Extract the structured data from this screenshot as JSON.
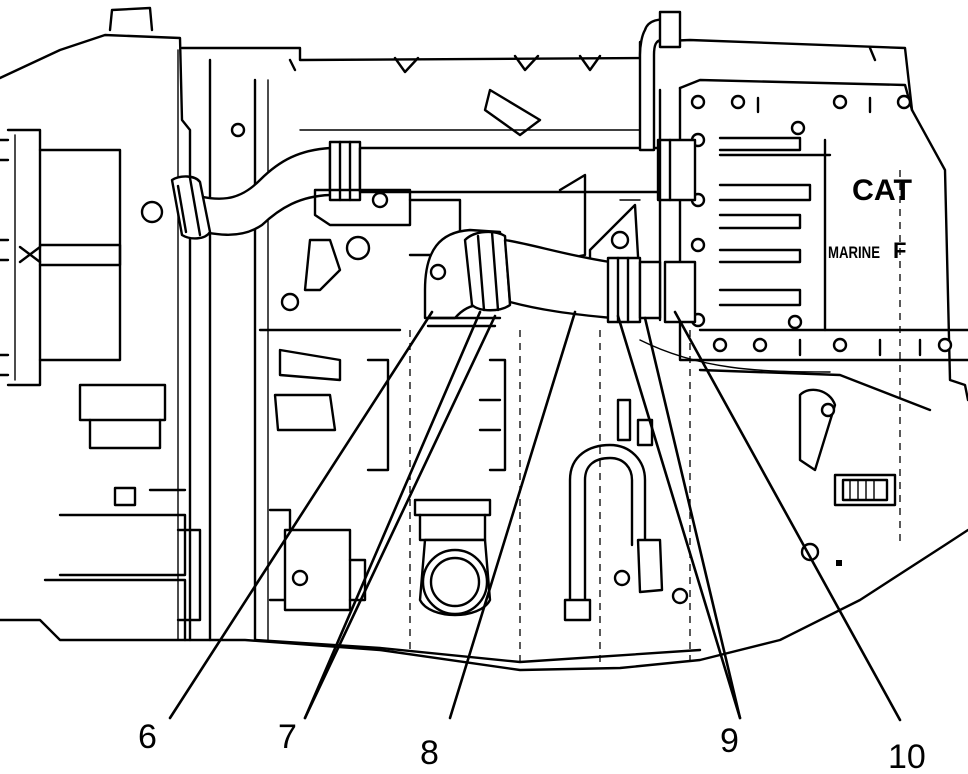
{
  "figure": {
    "callouts": [
      {
        "id": "6",
        "label": "6"
      },
      {
        "id": "7",
        "label": "7"
      },
      {
        "id": "8",
        "label": "8"
      },
      {
        "id": "9",
        "label": "9"
      },
      {
        "id": "10",
        "label": "10"
      }
    ],
    "plate_text": {
      "marine": "MARINE",
      "letter_f": "F",
      "brand": "CAT"
    }
  }
}
